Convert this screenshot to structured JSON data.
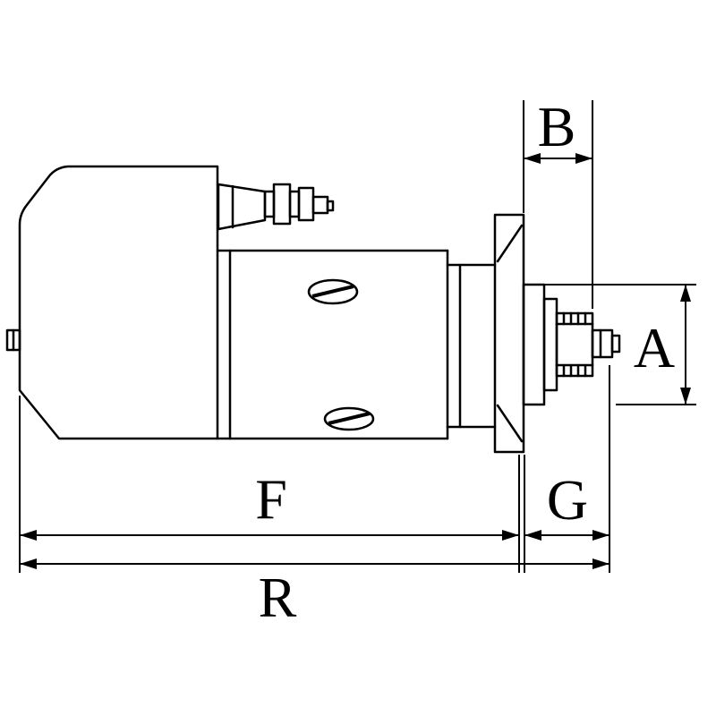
{
  "drawing": {
    "background_color": "#ffffff",
    "line_color": "#000000",
    "dimension_labels": {
      "b": "B",
      "a": "A",
      "f": "F",
      "g": "G",
      "r": "R"
    }
  }
}
